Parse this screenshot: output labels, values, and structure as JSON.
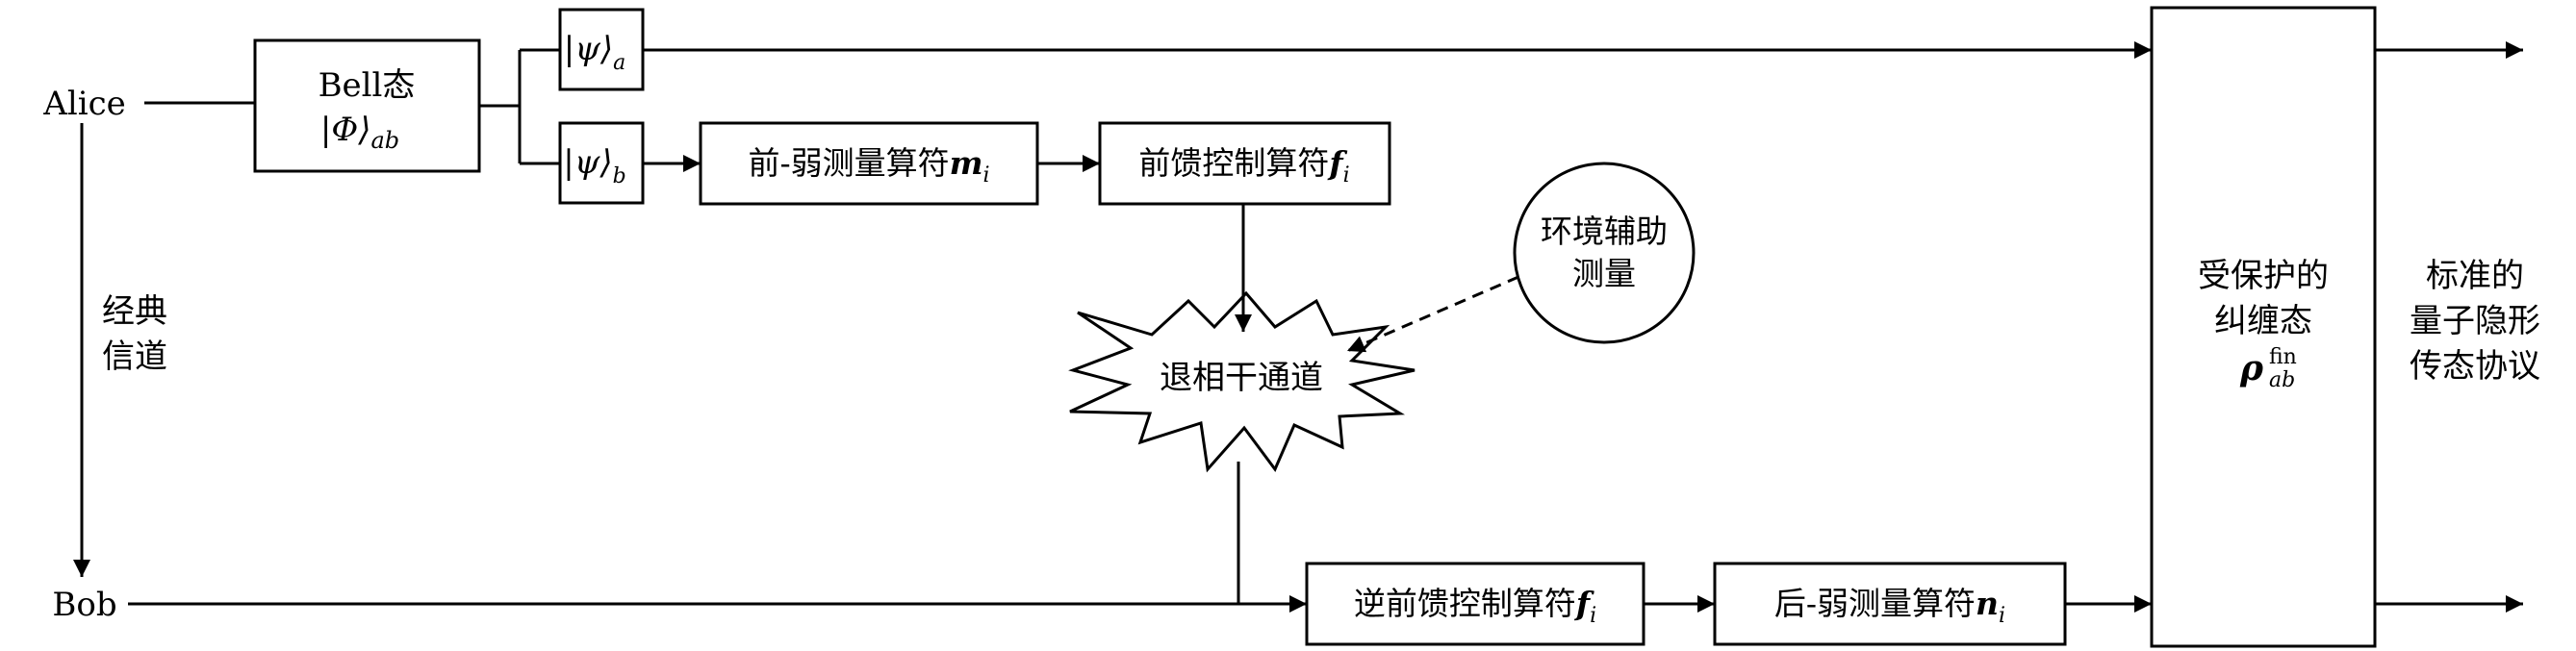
{
  "nodes": {
    "alice": "Alice",
    "bob": "Bob",
    "bell_line1": "Bell态",
    "bell_line2": "|Φ⟩",
    "bell_sub": "ab",
    "psi_a": "|ψ⟩",
    "psi_a_sub": "a",
    "psi_b": "|ψ⟩",
    "psi_b_sub": "b",
    "pre_weak_label": "前-弱测量算符",
    "pre_weak_sym": "m",
    "pre_weak_sub": "i",
    "feedforward_label": "前馈控制算符",
    "feedforward_sym": "f",
    "feedforward_sub": "i",
    "env_line1": "环境辅助",
    "env_line2": "测量",
    "decoherence": "退相干通道",
    "reverse_ff_label": "逆前馈控制算符",
    "reverse_ff_sym": "f",
    "reverse_ff_sub": "i",
    "post_weak_label": "后-弱测量算符",
    "post_weak_sym": "n",
    "post_weak_sub": "i",
    "protected_line1": "受保护的",
    "protected_line2": "纠缠态",
    "protected_sym": "ρ",
    "protected_sup": "fin",
    "protected_sub": "ab",
    "classical_line1": "经典",
    "classical_line2": "信道",
    "standard_line1": "标准的",
    "standard_line2": "量子隐形",
    "standard_line3": "传态协议"
  }
}
